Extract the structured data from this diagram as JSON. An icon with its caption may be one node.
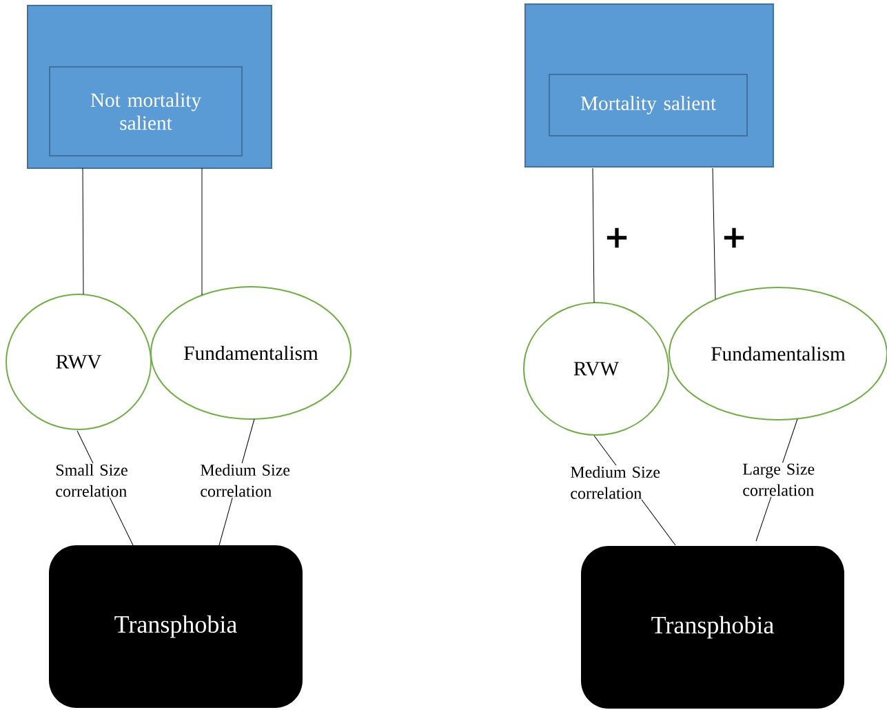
{
  "diagram": {
    "nodes": [
      {
        "text": [],
        "shape": "box"
      },
      {
        "text": [
          "Not mortality salient"
        ],
        "in": 0
      },
      {
        "text": [
          "RWV"
        ]
      },
      {
        "text": [
          "Fundamentalism"
        ]
      },
      {
        "text": [
          "Transphobia"
        ]
      },
      {
        "text": [],
        "shape": "box"
      },
      {
        "text": [
          "Mortality salient"
        ],
        "in": 5
      },
      {
        "text": [
          "RVW"
        ]
      },
      {
        "text": [
          "Fundamentalism"
        ]
      },
      {
        "text": [
          "Transphobia"
        ]
      }
    ],
    "edges": [
      {
        "from": 0,
        "to": 2,
        "arrow": "none"
      },
      {
        "from": 0,
        "to": 3,
        "arrow": "none"
      },
      {
        "from": 2,
        "to": 4,
        "arrow": "none",
        "label": "Small Size correlation"
      },
      {
        "from": 3,
        "to": 4,
        "arrow": "none",
        "label": "Medium Size correlation"
      },
      {
        "from": 5,
        "to": 7,
        "arrow": "none",
        "label": "+"
      },
      {
        "from": 5,
        "to": 8,
        "arrow": "none",
        "label": "+"
      },
      {
        "from": 7,
        "to": 9,
        "arrow": "none",
        "label": "Medium Size correlation"
      },
      {
        "from": 8,
        "to": 9,
        "arrow": "none",
        "label": "Large Size correlation"
      }
    ]
  }
}
